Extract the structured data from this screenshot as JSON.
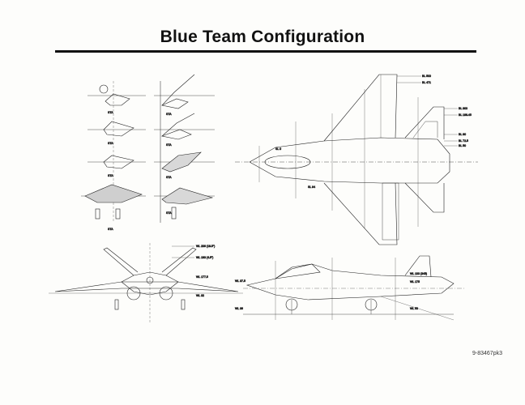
{
  "header": {
    "title": "Blue Team Configuration"
  },
  "footer": {
    "doc_number": "9-83467pk3"
  },
  "top_view_labels": {
    "bl1": "BL 500",
    "bl2": "BL 471",
    "bl3": "BL 300",
    "bl4": "BL 188.45",
    "bl5": "BL 90",
    "bl6": "BL 72.5",
    "bl7": "BL 50",
    "bl8": "SL 0",
    "bl9": "SL 84"
  },
  "side_view_labels": {
    "wl1": "WL 100 (345)",
    "wl2": "WL 175",
    "wl3": "WL 50",
    "wl4": "WL 37.5",
    "wl5": "WL 36"
  },
  "front_view_labels": {
    "wl1": "WL 206 (18.5\")",
    "wl2": "WL 183 (4.5\")",
    "wl3": "WL 177.5",
    "wl4": "WL 32"
  }
}
